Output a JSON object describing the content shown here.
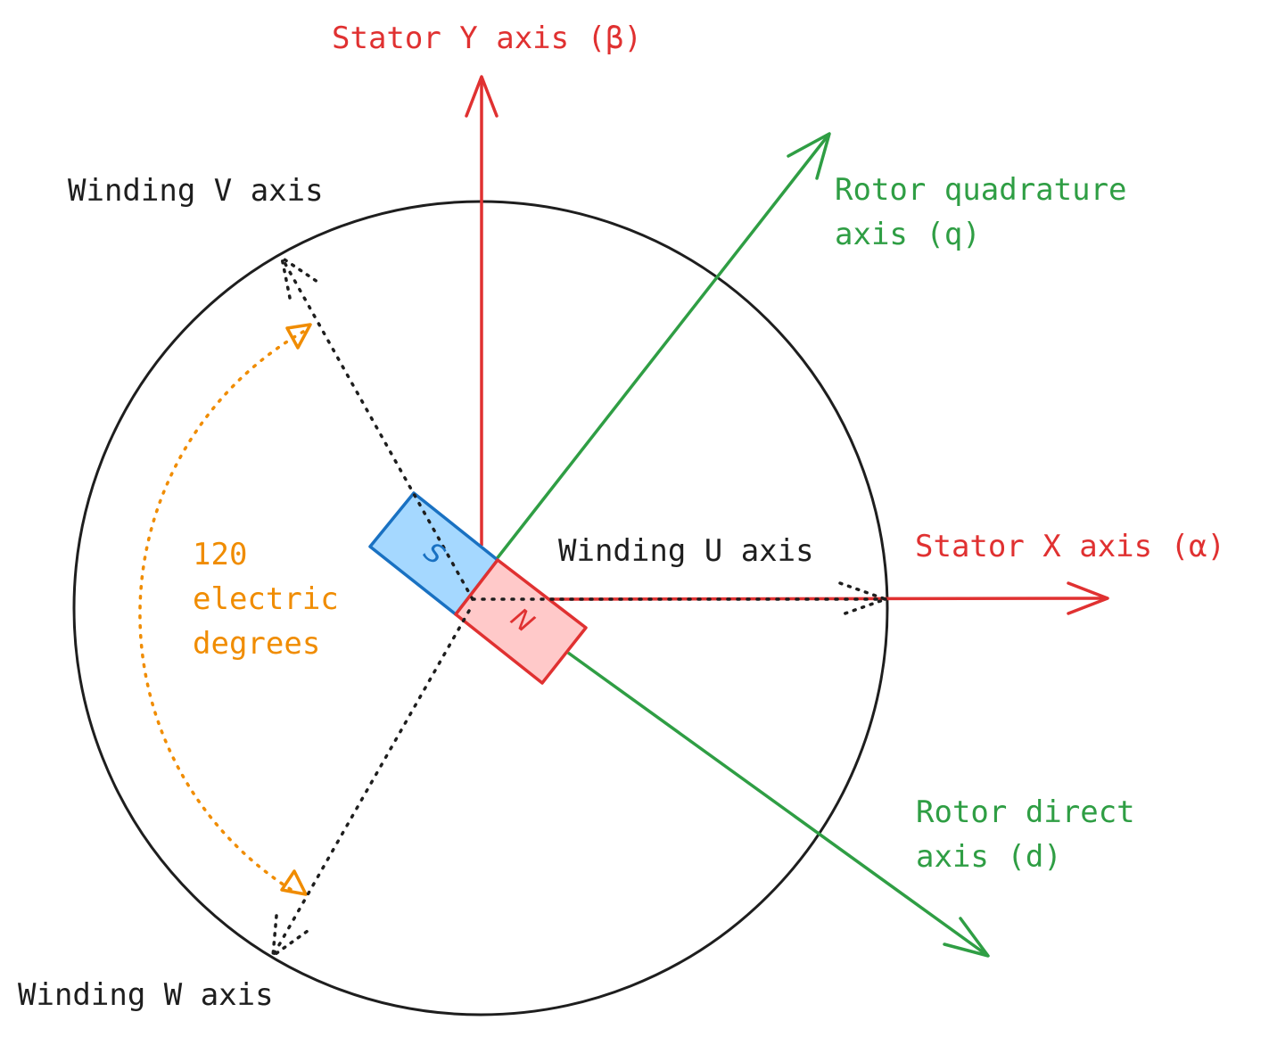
{
  "colors": {
    "stator": "#e03131",
    "rotor": "#2f9e44",
    "winding": "#1e1e1e",
    "angle": "#f08c00",
    "south_fill": "#a5d8ff",
    "south_stroke": "#1971c2",
    "north_fill": "#ffc9c9",
    "north_stroke": "#e03131"
  },
  "labels": {
    "stator_y": "Stator Y axis (β)",
    "stator_x": "Stator X axis (α)",
    "rotor_q_line1": "Rotor quadrature",
    "rotor_q_line2": "axis (q)",
    "rotor_d_line1": "Rotor direct",
    "rotor_d_line2": "axis (d)",
    "winding_u": "Winding U axis",
    "winding_v": "Winding V axis",
    "winding_w": "Winding W axis",
    "angle_line1": "120",
    "angle_line2": "electric",
    "angle_line3": "degrees"
  },
  "magnet": {
    "south": "S",
    "north": "N"
  },
  "icons": {
    "stator_y_arrow": "arrow-up-icon",
    "stator_x_arrow": "arrow-right-icon",
    "rotor_q_arrow": "arrow-up-right-icon",
    "rotor_d_arrow": "arrow-down-right-icon"
  }
}
